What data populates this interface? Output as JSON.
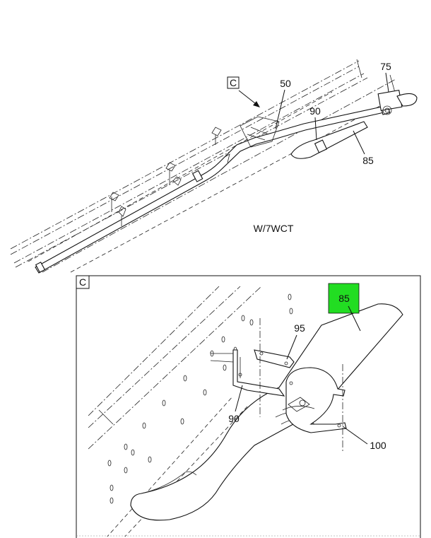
{
  "diagram": {
    "overview": {
      "callout_view_letter": "C",
      "labels": {
        "p75": "75",
        "p50": "50",
        "p90": "90",
        "p85": "85"
      },
      "code": "W/7WCT"
    },
    "detail": {
      "view_letter": "C",
      "labels": {
        "p85": "85",
        "p95": "95",
        "p90": "90",
        "p100": "100"
      },
      "highlight_color": "#22dd22"
    }
  }
}
